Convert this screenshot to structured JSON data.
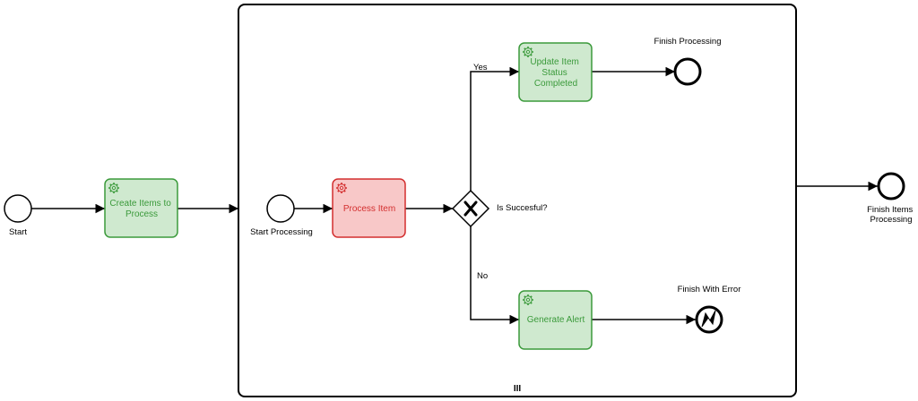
{
  "colors": {
    "task_green_fill": "#cfe9cf",
    "task_green_stroke": "#3b9a3b",
    "task_green_text": "#3b9a3b",
    "task_red_fill": "#f8c8c8",
    "task_red_stroke": "#d32f2f",
    "task_red_text": "#d32f2f",
    "line": "#000000"
  },
  "events": {
    "start": "Start",
    "start_processing": "Start Processing",
    "finish_processing": "Finish Processing",
    "finish_with_error": "Finish With Error",
    "finish_items_processing": [
      "Finish Items",
      "Processing"
    ]
  },
  "tasks": {
    "create_items": [
      "Create Items to",
      "Process"
    ],
    "process_item": [
      "Process Item"
    ],
    "update_status": [
      "Update Item",
      "Status",
      "Completed"
    ],
    "generate_alert": [
      "Generate Alert"
    ]
  },
  "gateway": {
    "label": "Is Succesful?"
  },
  "flows": {
    "yes": "Yes",
    "no": "No"
  },
  "subprocess": {
    "marker": "III"
  }
}
